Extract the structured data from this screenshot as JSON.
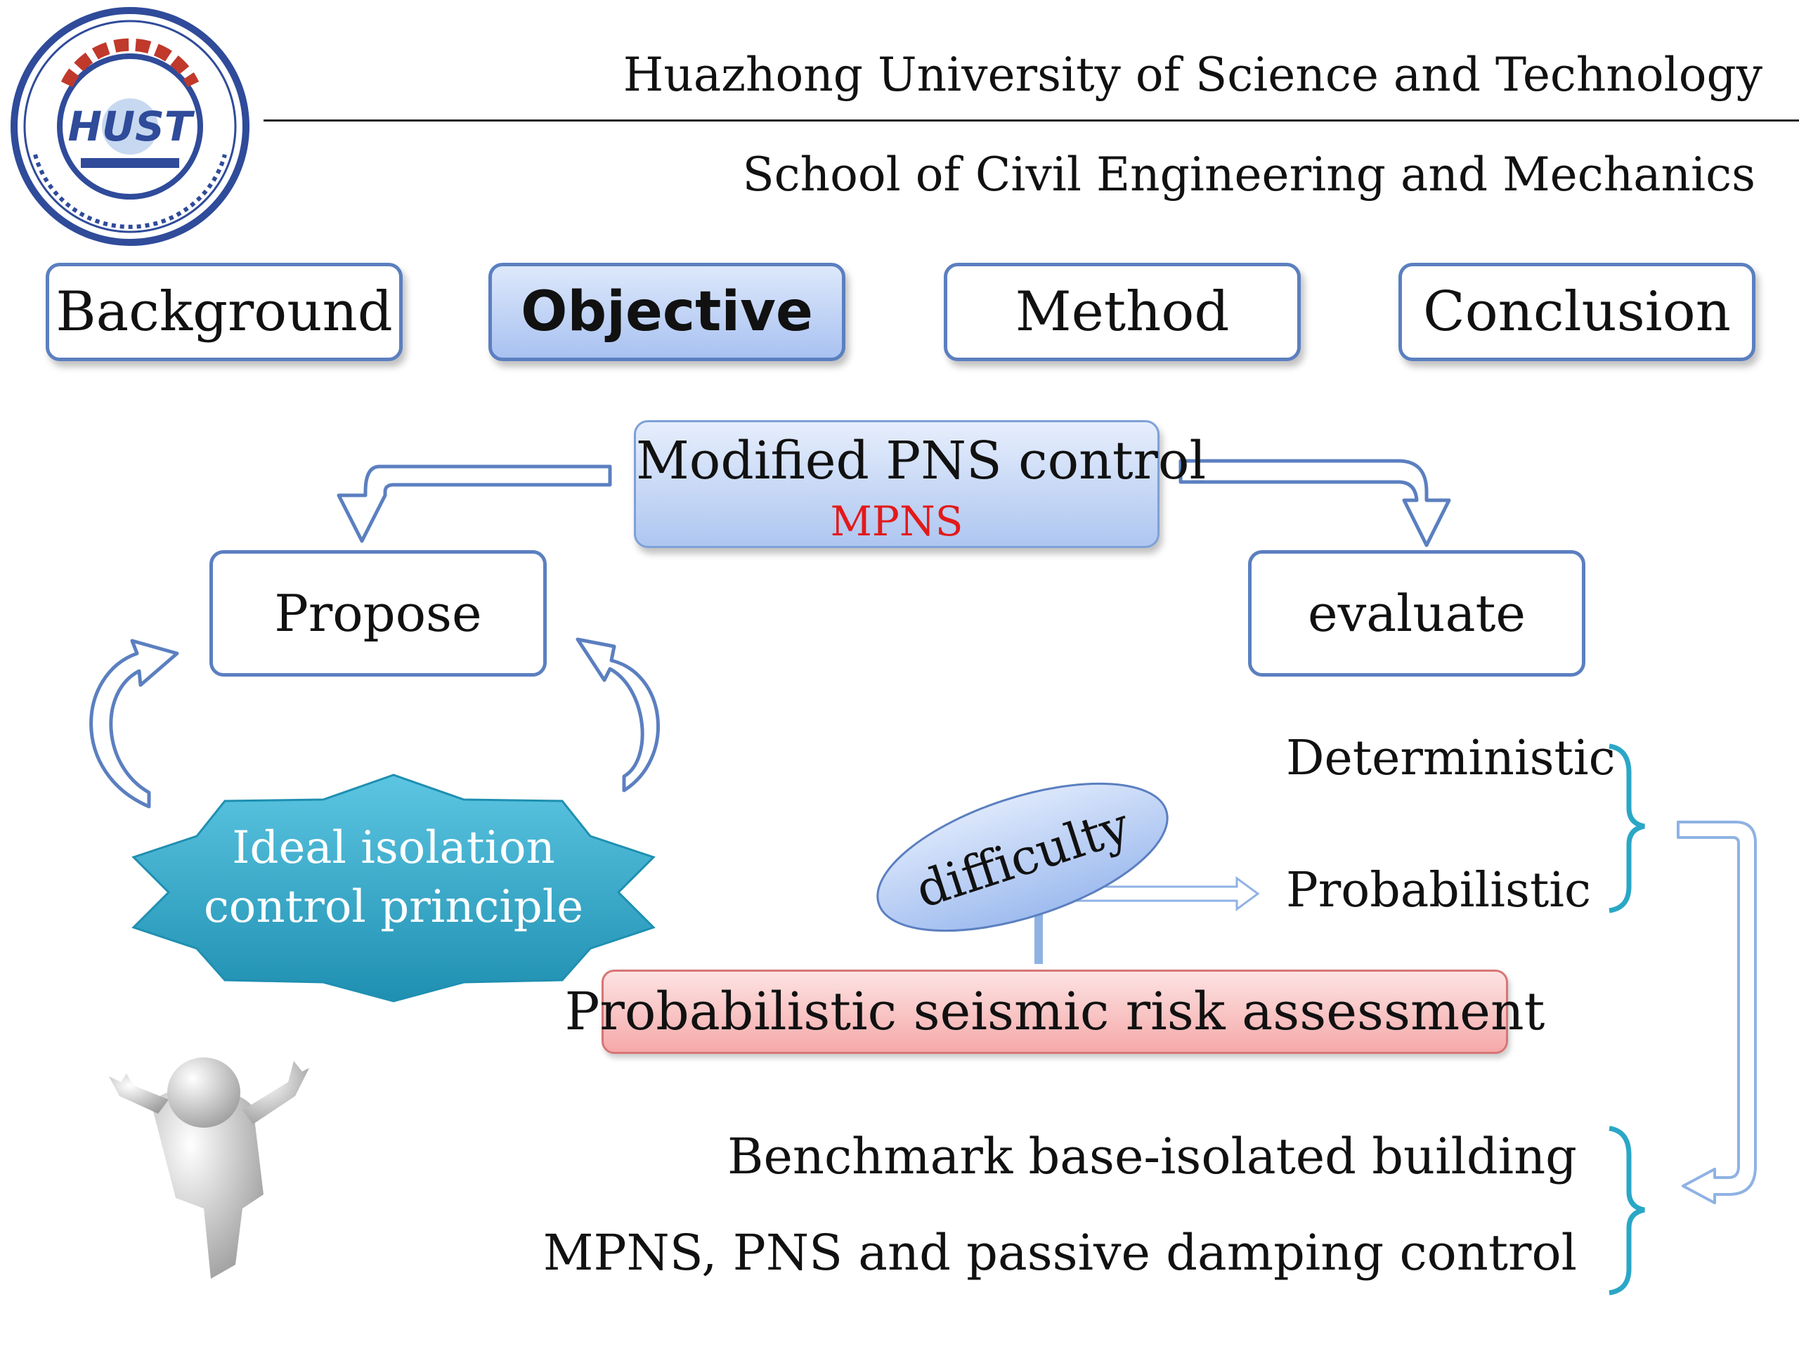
{
  "header": {
    "university": "Huazhong University of Science and Technology",
    "school": "School of Civil Engineering and Mechanics"
  },
  "logo": {
    "center_text": "HUST"
  },
  "nav": {
    "tabs": [
      {
        "label": "Background",
        "active": false
      },
      {
        "label": "Objective",
        "active": true
      },
      {
        "label": "Method",
        "active": false
      },
      {
        "label": "Conclusion",
        "active": false
      }
    ]
  },
  "diagram": {
    "core_title": "Modified PNS control",
    "core_abbrev": "MPNS",
    "propose": "Propose",
    "evaluate": "evaluate",
    "principle": "Ideal isolation control principle",
    "difficulty": "difficulty",
    "deterministic": "Deterministic",
    "probabilistic": "Probabilistic",
    "psra": "Probabilistic seismic risk assessment",
    "benchmark": "Benchmark base-isolated building",
    "controls": "MPNS, PNS and passive damping control"
  },
  "colors": {
    "accent_blue": "#5b7fc0",
    "teal": "#2aa7c6",
    "red_text": "#e21a1a",
    "psra_fill": "#f5a9a9"
  }
}
